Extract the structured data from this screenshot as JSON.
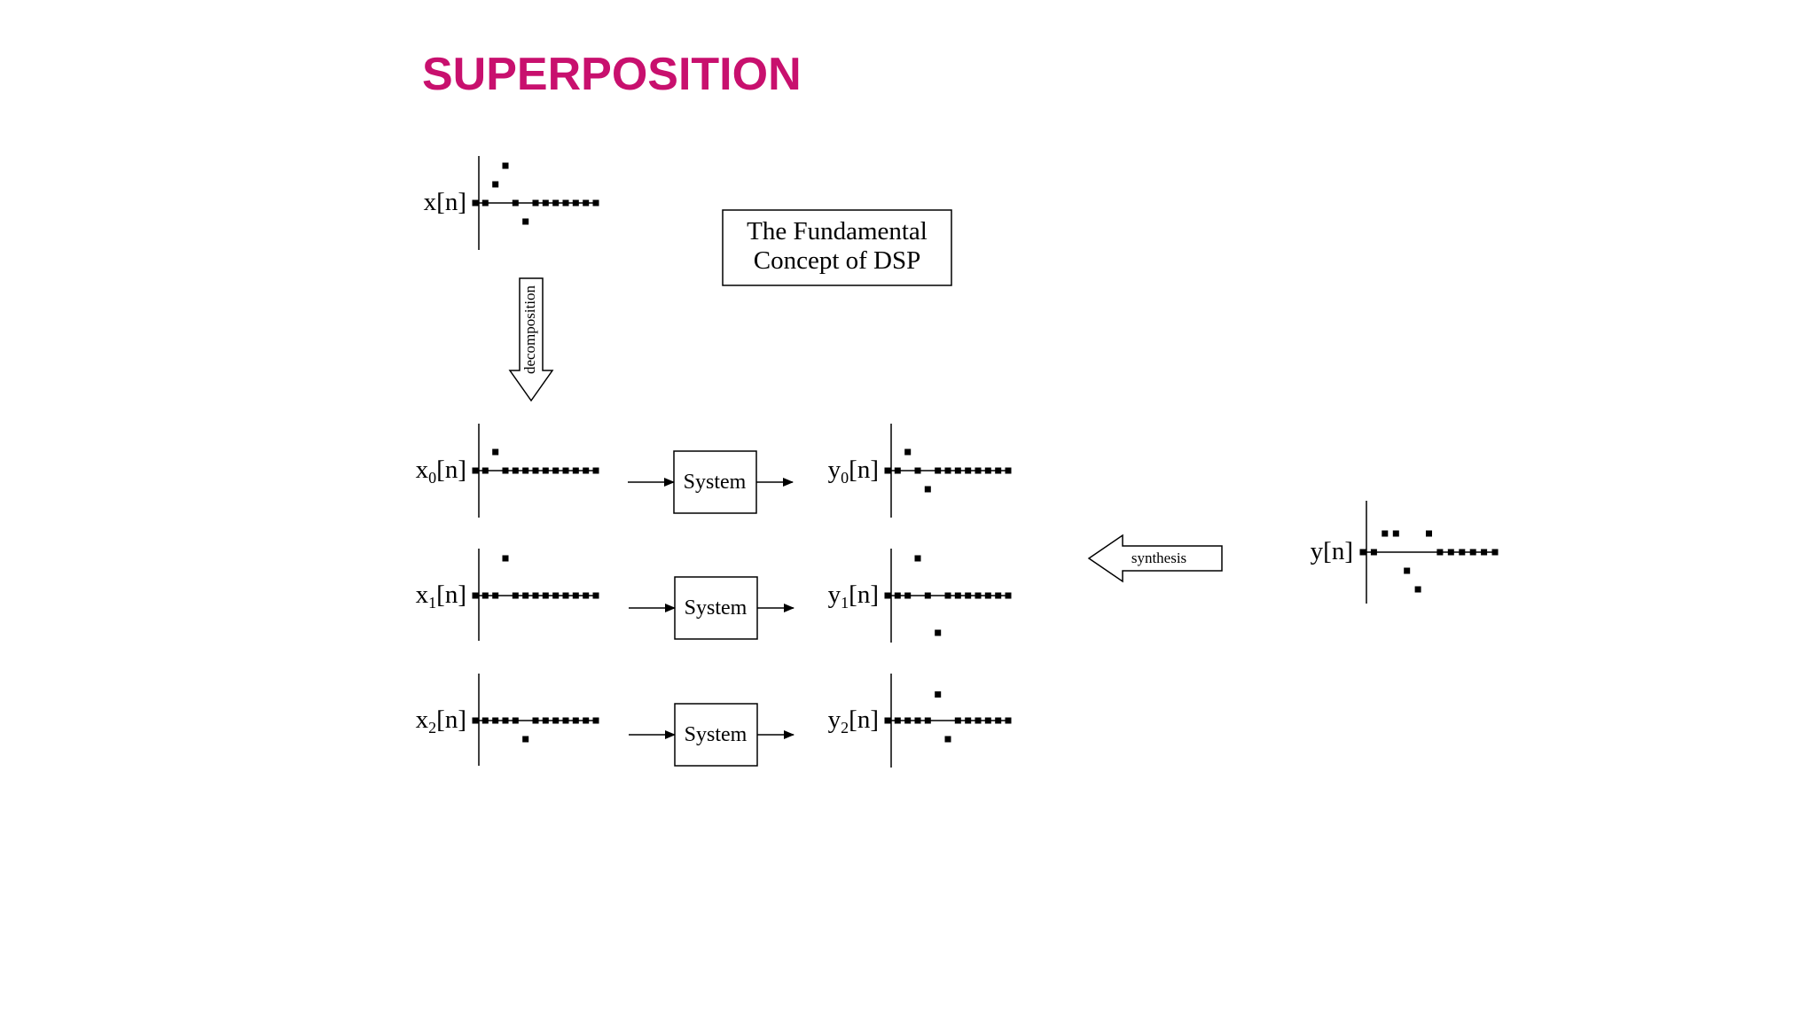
{
  "title": "SUPERPOSITION",
  "colors": {
    "title": "#C8106E",
    "ink": "#000000"
  },
  "concept_box": {
    "line1": "The Fundamental",
    "line2": "Concept of DSP"
  },
  "arrows": {
    "decomposition": "decomposition",
    "synthesis": "synthesis"
  },
  "system_label": "System",
  "signals": {
    "x": "x[n]",
    "y": "y[n]",
    "inputs": [
      {
        "base": "x",
        "sub": "0",
        "tail": "[n]"
      },
      {
        "base": "x",
        "sub": "1",
        "tail": "[n]"
      },
      {
        "base": "x",
        "sub": "2",
        "tail": "[n]"
      }
    ],
    "outputs": [
      {
        "base": "y",
        "sub": "0",
        "tail": "[n]"
      },
      {
        "base": "y",
        "sub": "1",
        "tail": "[n]"
      },
      {
        "base": "y",
        "sub": "2",
        "tail": "[n]"
      }
    ]
  },
  "samples": {
    "x": [
      0,
      0,
      1,
      2,
      0,
      -1,
      0,
      0,
      0,
      0,
      0,
      0,
      0
    ],
    "x0": [
      0,
      0,
      1,
      0,
      0,
      0,
      0,
      0,
      0,
      0,
      0,
      0,
      0
    ],
    "x1": [
      0,
      0,
      0,
      2,
      0,
      0,
      0,
      0,
      0,
      0,
      0,
      0,
      0
    ],
    "x2": [
      0,
      0,
      0,
      0,
      0,
      -1,
      0,
      0,
      0,
      0,
      0,
      0,
      0
    ],
    "y0": [
      0,
      0,
      1,
      0,
      -1,
      0,
      0,
      0,
      0,
      0,
      0,
      0,
      0
    ],
    "y1": [
      0,
      0,
      0,
      2,
      0,
      -2,
      0,
      0,
      0,
      0,
      0,
      0,
      0
    ],
    "y2": [
      0,
      0,
      0,
      0,
      0,
      1.4,
      -1,
      0,
      0,
      0,
      0,
      0,
      0
    ],
    "y": [
      0,
      0,
      1,
      1,
      -1,
      -2,
      1,
      0,
      0,
      0,
      0,
      0,
      0
    ]
  }
}
